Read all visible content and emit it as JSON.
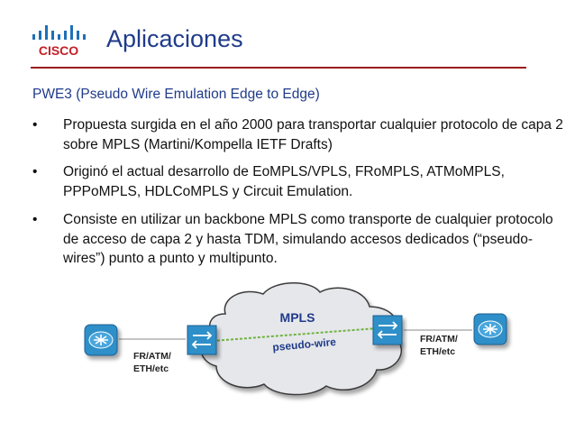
{
  "logo": {
    "text": "CISCO"
  },
  "title": "Aplicaciones",
  "subtitle": "PWE3 (Pseudo Wire Emulation Edge to Edge)",
  "bullets": [
    {
      "marker": "•",
      "text": "Propuesta surgida en el año 2000 para transportar cualquier protocolo de capa 2 sobre MPLS (Martini/Kompella IETF Drafts)"
    },
    {
      "marker": "•",
      "text": "Originó el actual desarrollo de EoMPLS/VPLS, FRoMPLS, ATMoMPLS, PPPoMPLS, HDLCoMPLS y Circuit Emulation."
    },
    {
      "marker": "•",
      "text": "Consiste en utilizar un backbone MPLS como transporte de cualquier protocolo de acceso de capa 2 y hasta TDM, simulando accesos dedicados (“pseudo-wires”) punto a punto y multipunto."
    }
  ],
  "diagram": {
    "cloud_label": "MPLS",
    "pseudowire_label": "pseudo-wire",
    "left_access_label": [
      "FR/ATM/",
      "ETH/etc"
    ],
    "right_access_label": [
      "FR/ATM/",
      "ETH/etc"
    ],
    "icons": [
      "router-icon",
      "switch-icon",
      "switch-icon",
      "router-icon"
    ],
    "colors": {
      "cloud": "#e6e7ea",
      "link": "#6db33f",
      "router": "#2f8fc9",
      "switch": "#2f8fc9"
    }
  }
}
